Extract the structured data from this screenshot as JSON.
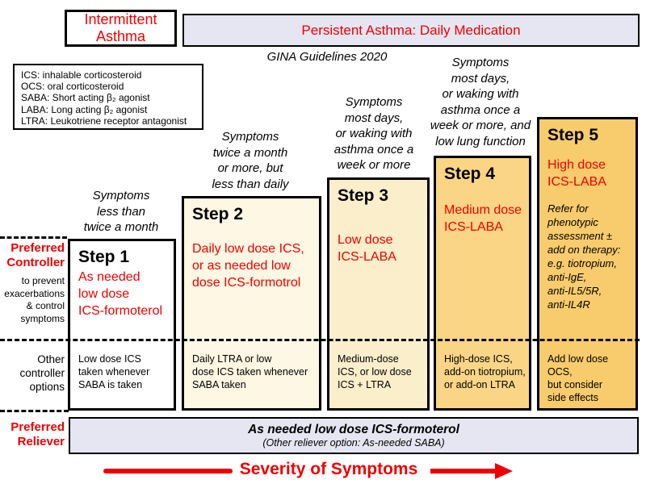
{
  "title_row": {
    "intermittent": "Intermittent\nAsthma",
    "persistent": "Persistent Asthma: Daily Medication",
    "subtitle": "GINA Guidelines 2020"
  },
  "legend": {
    "items": [
      "ICS: inhalable corticosteroid",
      "OCS: oral corticosteroid",
      "SABA: Short acting β₂ agonist",
      "LABA: Long acting β₂ agonist",
      "LTRA: Leukotriene receptor antagonist"
    ]
  },
  "row_labels": {
    "preferred_controller": "Preferred\nController",
    "controller_note": "to prevent\nexacerbations\n& control\nsymptoms",
    "other_controller": "Other\ncontroller\noptions",
    "preferred_reliever": "Preferred\nReliever"
  },
  "steps": [
    {
      "header": "Symptoms\nless than\ntwice a month",
      "title": "Step 1",
      "treatment": "As needed\nlow dose\nICS-formoterol",
      "other": "Low dose ICS\ntaken whenever\nSABA is taken"
    },
    {
      "header": "Symptoms\ntwice a month\nor more, but\nless than daily",
      "title": "Step 2",
      "treatment": "Daily low dose ICS,\nor as needed low\ndose ICS-formotrol",
      "other": "Daily LTRA or low\ndose ICS taken whenever\nSABA taken"
    },
    {
      "header": "Symptoms\nmost days,\nor waking with\nasthma once a\nweek or more",
      "title": "Step 3",
      "treatment": "Low dose\nICS-LABA",
      "other": "Medium-dose\nICS, or low dose\nICS + LTRA"
    },
    {
      "header": "Symptoms\nmost days,\nor waking with\nasthma once a\nweek or more, and\nlow lung function",
      "title": "Step 4",
      "treatment": "Medium dose\nICS-LABA",
      "other": "High-dose ICS,\nadd-on tiotropium,\nor add-on LTRA"
    },
    {
      "header": "",
      "title": "Step 5",
      "treatment": "High dose\nICS-LABA",
      "note": "Refer for\nphenotypic\nassessment ±\nadd on therapy:\ne.g. tiotropium,\nanti-IgE,\nanti-IL5/5R,\nanti-IL4R",
      "other": "Add low dose OCS,\nbut consider\nside effects"
    }
  ],
  "reliever_bar": {
    "main": "As needed low dose ICS-formoterol",
    "sub": "(Other reliever option: As-needed SABA)"
  },
  "severity": {
    "label": "Severity of Symptoms"
  },
  "colors": {
    "accent_red": "#ee0000",
    "lavender": "#e6e6f2",
    "step2_bg": "#fdf7e3",
    "step3_bg": "#fbeecb",
    "step4_bg": "#fad585",
    "step5_bg": "#f8cb6c"
  }
}
